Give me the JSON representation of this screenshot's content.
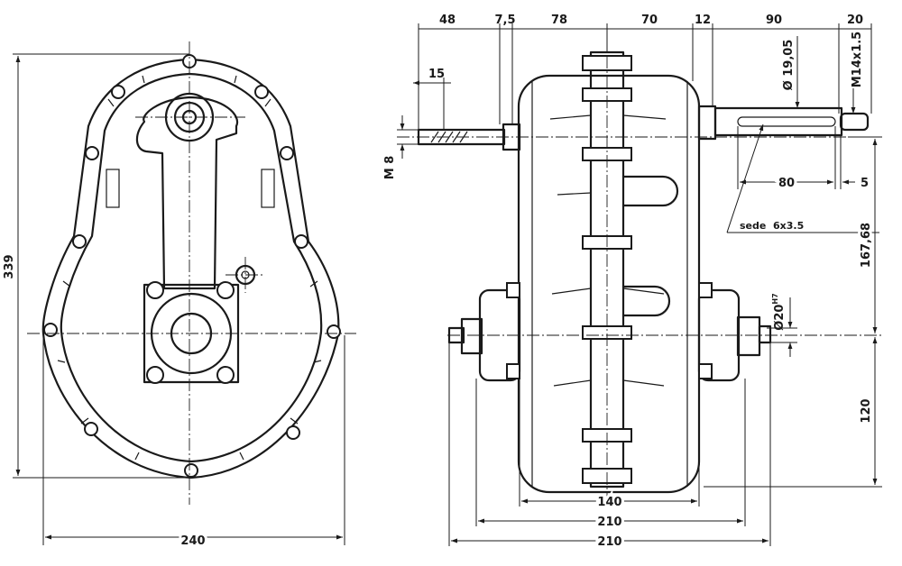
{
  "left_view": {
    "dims": {
      "height": "339",
      "width": "240"
    }
  },
  "right_view": {
    "top_dims": [
      "48",
      "7,5",
      "78",
      "70",
      "12",
      "90",
      "20"
    ],
    "left_shaft": {
      "length": "15",
      "thread": "M 8"
    },
    "right_shaft": {
      "diameter": "Ø 19,05",
      "thread": "M14x1.5",
      "key_length": "80",
      "key_offset": "5",
      "keyway": "sede  6x3.5"
    },
    "output_bore": {
      "diameter": "Ø20",
      "tolerance": "H7"
    },
    "vertical_dims": {
      "upper": "167,68",
      "lower": "120"
    },
    "bottom_dims": [
      "140",
      "210",
      "210"
    ]
  }
}
